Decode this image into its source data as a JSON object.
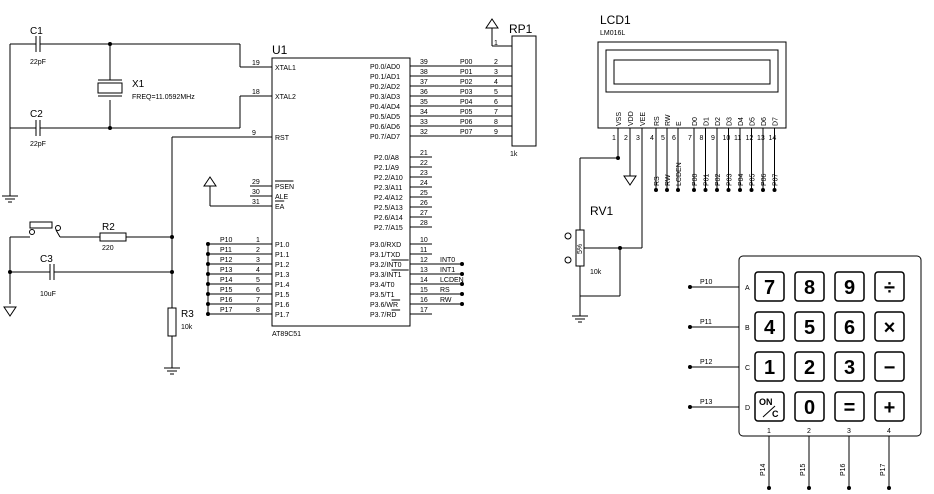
{
  "components": {
    "c1": {
      "ref": "C1",
      "value": "22pF"
    },
    "c2": {
      "ref": "C2",
      "value": "22pF"
    },
    "c3": {
      "ref": "C3",
      "value": "10uF"
    },
    "x1": {
      "ref": "X1",
      "value": "FREQ=11.0592MHz"
    },
    "r2": {
      "ref": "R2",
      "value": "220"
    },
    "r3": {
      "ref": "R3",
      "value": "10k"
    },
    "rp1": {
      "ref": "RP1",
      "value": "1k"
    },
    "rv1": {
      "ref": "RV1",
      "value": "10k",
      "body": "5%"
    },
    "u1": {
      "ref": "U1",
      "part": "AT89C51"
    },
    "lcd1": {
      "ref": "LCD1",
      "part": "LM016L"
    }
  },
  "u1_left": [
    {
      "num": "19",
      "name": "XTAL1"
    },
    {
      "num": "18",
      "name": "XTAL2"
    },
    {
      "num": "9",
      "name": "RST"
    },
    {
      "num": "29",
      "name": "PSEN"
    },
    {
      "num": "30",
      "name": "ALE"
    },
    {
      "num": "31",
      "name": "EA"
    }
  ],
  "u1_p1": [
    {
      "num": "1",
      "name": "P1.0",
      "net": "P10"
    },
    {
      "num": "2",
      "name": "P1.1",
      "net": "P11"
    },
    {
      "num": "3",
      "name": "P1.2",
      "net": "P12"
    },
    {
      "num": "4",
      "name": "P1.3",
      "net": "P13"
    },
    {
      "num": "5",
      "name": "P1.4",
      "net": "P14"
    },
    {
      "num": "6",
      "name": "P1.5",
      "net": "P15"
    },
    {
      "num": "7",
      "name": "P1.6",
      "net": "P16"
    },
    {
      "num": "8",
      "name": "P1.7",
      "net": "P17"
    }
  ],
  "u1_p0": [
    {
      "num": "39",
      "name": "P0.0/AD0",
      "net": "P00",
      "rp": "2"
    },
    {
      "num": "38",
      "name": "P0.1/AD1",
      "net": "P01",
      "rp": "3"
    },
    {
      "num": "37",
      "name": "P0.2/AD2",
      "net": "P02",
      "rp": "4"
    },
    {
      "num": "36",
      "name": "P0.3/AD3",
      "net": "P03",
      "rp": "5"
    },
    {
      "num": "35",
      "name": "P0.4/AD4",
      "net": "P04",
      "rp": "6"
    },
    {
      "num": "34",
      "name": "P0.5/AD5",
      "net": "P05",
      "rp": "7"
    },
    {
      "num": "33",
      "name": "P0.6/AD6",
      "net": "P06",
      "rp": "8"
    },
    {
      "num": "32",
      "name": "P0.7/AD7",
      "net": "P07",
      "rp": "9"
    }
  ],
  "u1_p2": [
    {
      "num": "21",
      "name": "P2.0/A8"
    },
    {
      "num": "22",
      "name": "P2.1/A9"
    },
    {
      "num": "23",
      "name": "P2.2/A10"
    },
    {
      "num": "24",
      "name": "P2.3/A11"
    },
    {
      "num": "25",
      "name": "P2.4/A12"
    },
    {
      "num": "26",
      "name": "P2.5/A13"
    },
    {
      "num": "27",
      "name": "P2.6/A14"
    },
    {
      "num": "28",
      "name": "P2.7/A15"
    }
  ],
  "u1_p3": [
    {
      "num": "10",
      "name": "P3.0/RXD",
      "net": ""
    },
    {
      "num": "11",
      "name": "P3.1/TXD",
      "net": ""
    },
    {
      "num": "12",
      "name": "P3.2/INT0",
      "net": "INT0"
    },
    {
      "num": "13",
      "name": "P3.3/INT1",
      "net": "INT1"
    },
    {
      "num": "14",
      "name": "P3.4/T0",
      "net": "LCDEN"
    },
    {
      "num": "15",
      "name": "P3.5/T1",
      "net": "RS"
    },
    {
      "num": "16",
      "name": "P3.6/WR",
      "net": "RW"
    },
    {
      "num": "17",
      "name": "P3.7/RD",
      "net": ""
    }
  ],
  "rp1_common_pin": "1",
  "lcd_pins": [
    {
      "name": "VSS",
      "num": "1",
      "net": ""
    },
    {
      "name": "VDD",
      "num": "2",
      "net": ""
    },
    {
      "name": "VEE",
      "num": "3",
      "net": ""
    },
    {
      "name": "RS",
      "num": "4",
      "net": "RS"
    },
    {
      "name": "RW",
      "num": "5",
      "net": "RW"
    },
    {
      "name": "E",
      "num": "6",
      "net": "LCDEN"
    },
    {
      "name": "D0",
      "num": "7",
      "net": "P00"
    },
    {
      "name": "D1",
      "num": "8",
      "net": "P01"
    },
    {
      "name": "D2",
      "num": "9",
      "net": "P02"
    },
    {
      "name": "D3",
      "num": "10",
      "net": "P03"
    },
    {
      "name": "D4",
      "num": "11",
      "net": "P04"
    },
    {
      "name": "D5",
      "num": "12",
      "net": "P05"
    },
    {
      "name": "D6",
      "num": "13",
      "net": "P06"
    },
    {
      "name": "D7",
      "num": "14",
      "net": "P07"
    }
  ],
  "keypad": {
    "rows": [
      {
        "net": "P10",
        "letter": "A"
      },
      {
        "net": "P11",
        "letter": "B"
      },
      {
        "net": "P12",
        "letter": "C"
      },
      {
        "net": "P13",
        "letter": "D"
      }
    ],
    "cols": [
      {
        "num": "1",
        "net": "P14"
      },
      {
        "num": "2",
        "net": "P15"
      },
      {
        "num": "3",
        "net": "P16"
      },
      {
        "num": "4",
        "net": "P17"
      }
    ],
    "keys": [
      [
        "7",
        "8",
        "9",
        "÷"
      ],
      [
        "4",
        "5",
        "6",
        "×"
      ],
      [
        "1",
        "2",
        "3",
        "−"
      ],
      [
        "ON/C",
        "0",
        "=",
        "+"
      ]
    ],
    "onc_top": "ON",
    "onc_bottom": "C"
  }
}
